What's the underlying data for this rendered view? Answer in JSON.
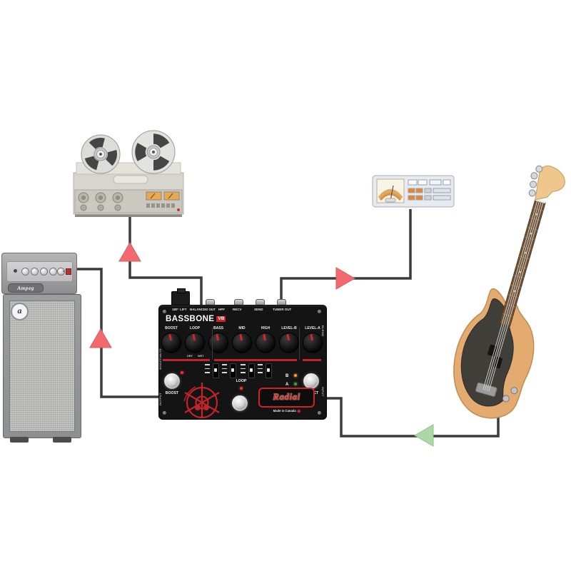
{
  "scene": {
    "background": "#ffffff",
    "wire_color": "#3b3b3b",
    "arrow_red": "#f26a6d",
    "arrow_green": "#abd8a4"
  },
  "connections": [
    {
      "from": "pedal BALANCED OUT",
      "to": "tape recorder",
      "arrow": "red-up"
    },
    {
      "from": "pedal OUTPUT",
      "to": "bass amp stack",
      "arrow": "red-up"
    },
    {
      "from": "pedal TUNER OUT",
      "to": "tuner",
      "arrow": "red-right"
    },
    {
      "from": "bass guitar",
      "to": "pedal INPUT",
      "arrow": "green-left"
    }
  ],
  "pedal": {
    "title": "BASSBONE",
    "title_badge": "VB",
    "top_labels": [
      "180°",
      "LIFT",
      "BALANCED OUT",
      "HPF",
      "RECV",
      "SEND",
      "TUNER OUT"
    ],
    "knobs": [
      "BOOST",
      "LOOP",
      "BASS",
      "MID",
      "HIGH",
      "LEVEL-B",
      "LEVEL-A"
    ],
    "loop_mix_labels": [
      "DRY",
      "WET"
    ],
    "loop_label": "LOOP",
    "boost_footswitch": "BOOST",
    "select_footswitch": "SELECT",
    "channel_b": "B",
    "channel_a": "A",
    "brand": "Radial",
    "made_in": "Made in Canada",
    "side_labels": {
      "left_top": "BOOST/MUTE",
      "left_bottom": "OUTPUT",
      "right_top": "BLEND",
      "right_bottom": "INPUT"
    },
    "colors": {
      "body": "#141414",
      "accent": "#c2242a",
      "led_b": "#f0a32e",
      "led_a": "#43a047",
      "led_loop": "#e5332e"
    }
  },
  "amp": {
    "head_badge": "Ampeg",
    "cab_badge": "a"
  }
}
